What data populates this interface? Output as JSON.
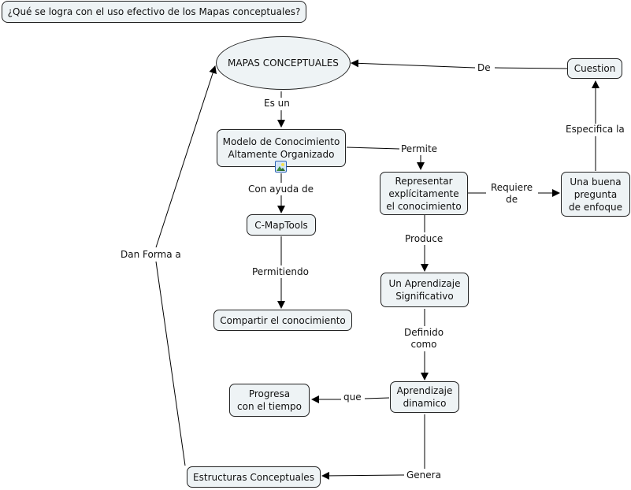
{
  "focus_question": "¿Qué se logra con el uso efectivo de los Mapas conceptuales?",
  "colors": {
    "node_fill": "#eef3f5",
    "node_border": "#222222",
    "line": "#000000",
    "background": "#ffffff"
  },
  "concepts": {
    "mapas": "MAPAS CONCEPTUALES",
    "modelo": "Modelo de Conocimiento\nAltamente Organizado",
    "cmaptools": "C-MapTools",
    "compartir": "Compartir el conocimiento",
    "representar": "Representar\nexplícitamente\nel conocimiento",
    "pregunta": "Una buena\npregunta\nde enfoque",
    "cuestion": "Cuestion",
    "aprendizaje_sig": "Un Aprendizaje\nSignificativo",
    "aprendizaje_din": "Aprendizaje\ndinamico",
    "progresa": "Progresa\ncon el tiempo",
    "estructuras": "Estructuras Conceptuales"
  },
  "links": {
    "es_un": "Es un",
    "con_ayuda": "Con ayuda de",
    "permitiendo": "Permitiendo",
    "permite": "Permite",
    "requiere": "Requiere\nde",
    "especifica": "Especifica la",
    "de": "De",
    "produce": "Produce",
    "definido": "Definido\ncomo",
    "que": "que",
    "genera": "Genera",
    "dan_forma": "Dan Forma a"
  },
  "icons": {
    "resource": "image-resource-icon"
  }
}
